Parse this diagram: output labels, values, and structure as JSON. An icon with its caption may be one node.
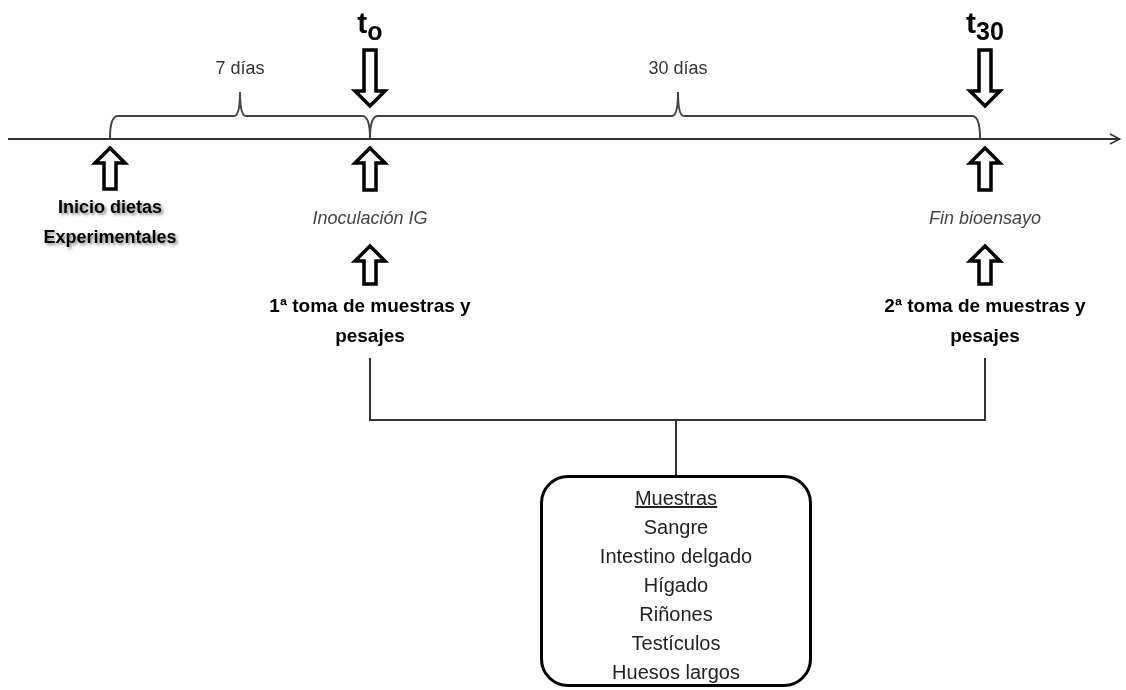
{
  "diagram": {
    "nodes": [
      {
        "text": [
          "t$_{o}$"
        ]
      },
      {
        "text": [
          "t$_{30}$"
        ]
      },
      {
        "text": [
          "Inicio dietas Experimentales"
        ]
      },
      {
        "text": [
          "Inoculación IG"
        ]
      },
      {
        "text": [
          "Fin bioensayo"
        ]
      },
      {
        "text": [
          "1ª toma de muestras y pesajes"
        ]
      },
      {
        "text": [
          "2ª toma de muestras y pesajes"
        ]
      },
      {
        "text": [
          "Muestras",
          "Sangre",
          "Intestino delgado",
          "Hígado",
          "Riñones",
          "Testículos",
          "Huesos largos"
        ]
      }
    ],
    "edges": [
      {
        "from": 0,
        "to": null,
        "arrow": "to",
        "style": "thick"
      },
      {
        "from": 1,
        "to": null,
        "arrow": "to",
        "style": "thick"
      },
      {
        "from": 2,
        "to": null,
        "arrow": "to",
        "style": "thick"
      },
      {
        "from": 3,
        "to": null,
        "arrow": "to",
        "style": "thick"
      },
      {
        "from": 4,
        "to": null,
        "arrow": "to",
        "style": "thick"
      },
      {
        "from": 5,
        "to": 3,
        "arrow": "to",
        "style": "thick"
      },
      {
        "from": 6,
        "to": 4,
        "arrow": "to",
        "style": "thick"
      },
      {
        "from": 5,
        "to": 7,
        "arrow": "none"
      },
      {
        "from": 6,
        "to": 7,
        "arrow": "none"
      }
    ],
    "labels": [
      "7 días",
      "30 días"
    ]
  }
}
